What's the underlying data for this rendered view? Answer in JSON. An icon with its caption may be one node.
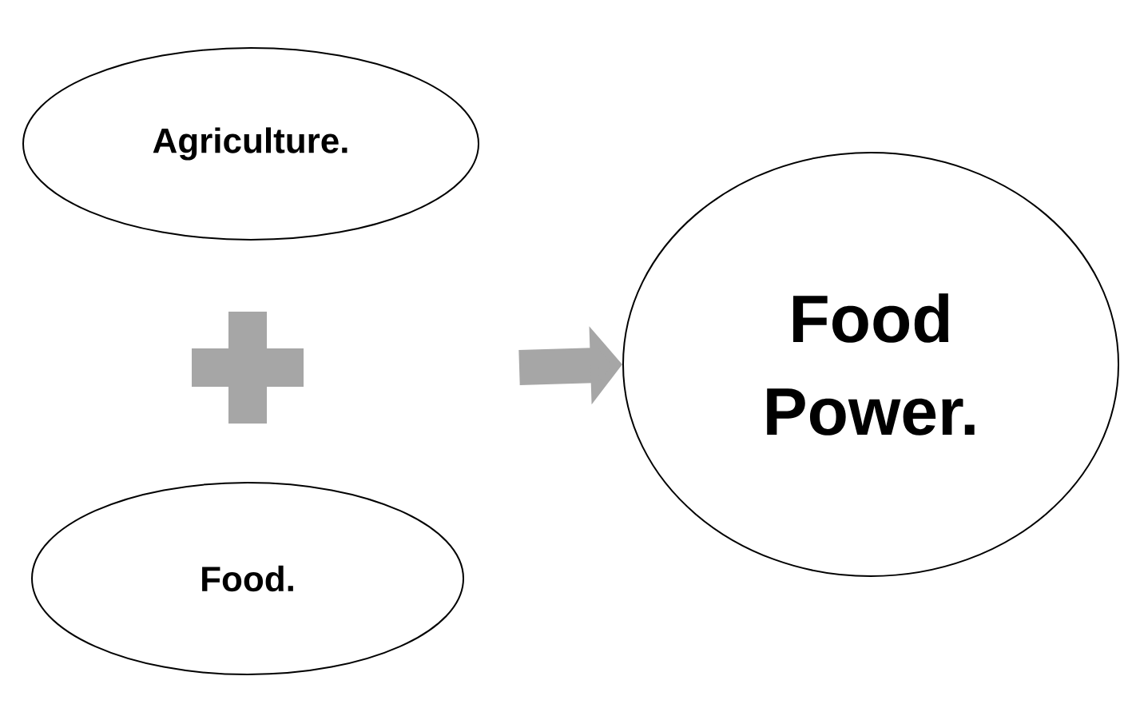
{
  "diagram": {
    "nodes": [
      {
        "text": [
          "Agriculture."
        ]
      },
      {
        "text": [
          "Food."
        ]
      },
      {
        "text": [
          "Food Power."
        ]
      }
    ],
    "edges": [
      {
        "from": null,
        "to": 2,
        "arrow": "to"
      }
    ]
  }
}
